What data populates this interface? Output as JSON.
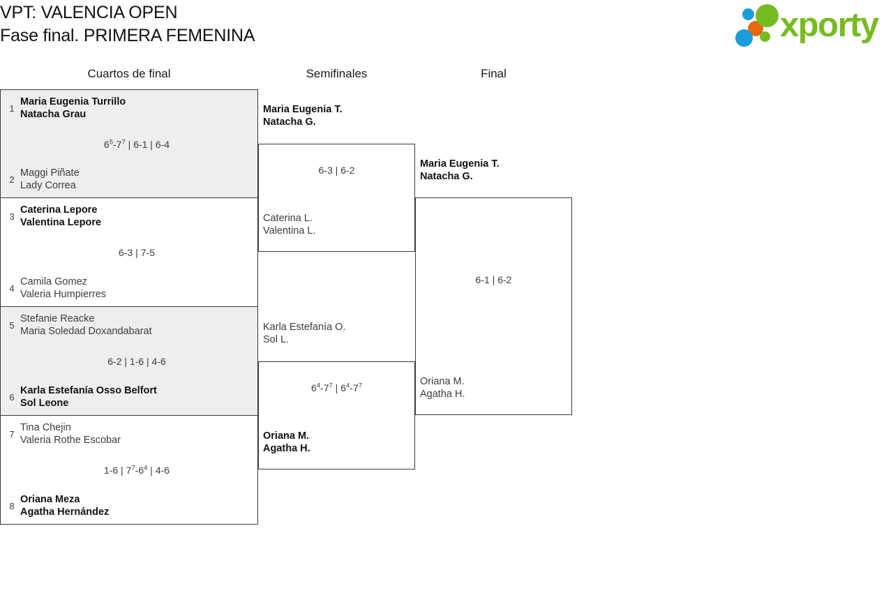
{
  "header": {
    "title_line1": "VPT: VALENCIA OPEN",
    "title_line2": "Fase final. PRIMERA FEMENINA",
    "logo_text": "xporty",
    "logo_colors": {
      "green": "#76bc21",
      "blue": "#1b9dd9",
      "orange": "#e8690b"
    }
  },
  "rounds": {
    "quarterfinals_label": "Cuartos de final",
    "semifinals_label": "Semifinales",
    "final_label": "Final"
  },
  "quarterfinals": [
    {
      "top": {
        "seed": "1",
        "player1": "Maria Eugenia Turrillo",
        "player2": "Natacha Grau",
        "winner": true
      },
      "bottom": {
        "seed": "2",
        "player1": "Maggi Piñate",
        "player2": "Lady Correa",
        "winner": false
      },
      "score_sets": [
        {
          "games": "6",
          "tb": "5",
          "sep": "-",
          "games2": "7",
          "tb2": "7"
        },
        {
          "plain": "6-1"
        },
        {
          "plain": "6-4"
        }
      ],
      "score_text": "6⁵-7⁷ | 6-1 | 6-4"
    },
    {
      "top": {
        "seed": "3",
        "player1": "Caterina Lepore",
        "player2": "Valentina Lepore",
        "winner": true
      },
      "bottom": {
        "seed": "4",
        "player1": "Camila Gomez",
        "player2": "Valeria Humpierres",
        "winner": false
      },
      "score_sets": [
        {
          "plain": "6-3"
        },
        {
          "plain": "7-5"
        }
      ],
      "score_text": "6-3 | 7-5"
    },
    {
      "top": {
        "seed": "5",
        "player1": "Stefanie Reacke",
        "player2": "Maria Soledad Doxandabarat",
        "winner": false
      },
      "bottom": {
        "seed": "6",
        "player1": "Karla Estefanía Osso Belfort",
        "player2": "Sol Leone",
        "winner": true
      },
      "score_sets": [
        {
          "plain": "6-2"
        },
        {
          "plain": "1-6"
        },
        {
          "plain": "4-6"
        }
      ],
      "score_text": "6-2 | 1-6 | 4-6"
    },
    {
      "top": {
        "seed": "7",
        "player1": "Tina Chejin",
        "player2": "Valeria Rothe Escobar",
        "winner": false
      },
      "bottom": {
        "seed": "8",
        "player1": "Oriana Meza",
        "player2": "Agatha Hernández",
        "winner": true
      },
      "score_sets": [
        {
          "plain": "1-6"
        },
        {
          "games": "7",
          "tb": "7",
          "sep": "-",
          "games2": "6",
          "tb2": "4"
        },
        {
          "plain": "4-6"
        }
      ],
      "score_text": "1-6 | 7⁷-6⁴ | 4-6"
    }
  ],
  "semifinals": [
    {
      "top": {
        "player1": "Maria Eugenia T.",
        "player2": "Natacha G.",
        "winner": true
      },
      "bottom": {
        "player1": "Caterina L.",
        "player2": "Valentina L.",
        "winner": false
      },
      "score_sets": [
        {
          "plain": "6-3"
        },
        {
          "plain": "6-2"
        }
      ],
      "score_text": "6-3 | 6-2"
    },
    {
      "top": {
        "player1": "Karla Estefanía O.",
        "player2": "Sol L.",
        "winner": false
      },
      "bottom": {
        "player1": "Oriana M.",
        "player2": "Agatha H.",
        "winner": true
      },
      "score_sets": [
        {
          "games": "6",
          "tb": "4",
          "sep": "-",
          "games2": "7",
          "tb2": "7"
        },
        {
          "games": "6",
          "tb": "4",
          "sep": "-",
          "games2": "7",
          "tb2": "7"
        }
      ],
      "score_text": "6⁴-7⁷ | 6⁴-7⁷"
    }
  ],
  "final": {
    "top": {
      "player1": "Maria Eugenia T.",
      "player2": "Natacha G.",
      "winner": true
    },
    "bottom": {
      "player1": "Oriana M.",
      "player2": "Agatha H.",
      "winner": false
    },
    "score_sets": [
      {
        "plain": "6-1"
      },
      {
        "plain": "6-2"
      }
    ],
    "score_text": "6-1 | 6-2"
  }
}
